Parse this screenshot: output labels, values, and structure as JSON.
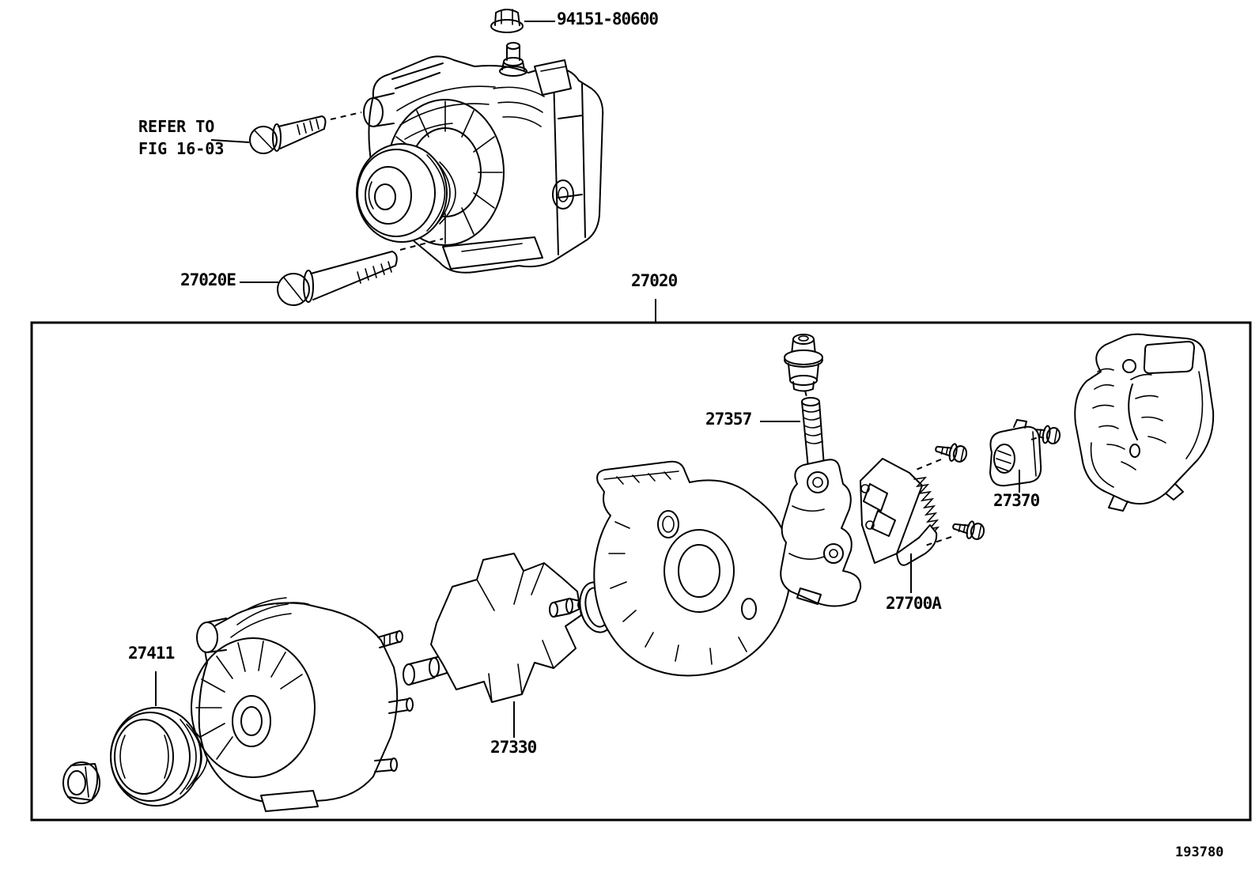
{
  "figure": {
    "code": "193780"
  },
  "note": {
    "line1": "REFER TO",
    "line2": "FIG 16-03"
  },
  "labels": {
    "lock_nut": "94151-80600",
    "through_bolt": "27020E",
    "alternator_assembly": "27020",
    "terminal_stud": "27357",
    "brush_holder_cover": "27370",
    "rectifier": "27700A",
    "pulley": "27411",
    "rotor": "27330"
  },
  "colors": {
    "line": "#000000",
    "background": "#ffffff"
  }
}
